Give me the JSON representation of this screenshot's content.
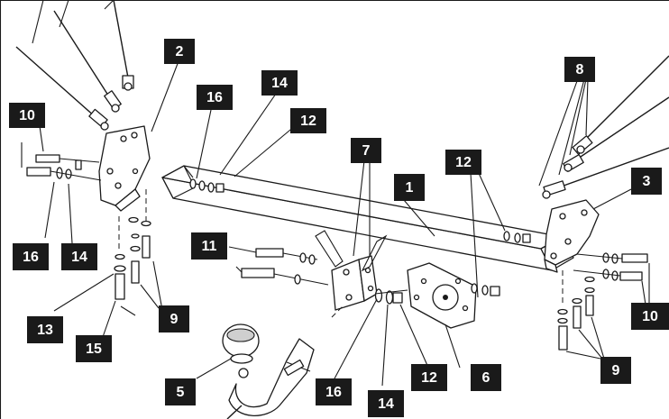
{
  "callouts": [
    {
      "label": "1"
    },
    {
      "label": "2"
    },
    {
      "label": "3"
    },
    {
      "label": "5"
    },
    {
      "label": "6"
    },
    {
      "label": "7"
    },
    {
      "label": "8"
    },
    {
      "label": "9"
    },
    {
      "label": "9"
    },
    {
      "label": "10"
    },
    {
      "label": "10"
    },
    {
      "label": "11"
    },
    {
      "label": "12"
    },
    {
      "label": "12"
    },
    {
      "label": "12"
    },
    {
      "label": "13"
    },
    {
      "label": "14"
    },
    {
      "label": "14"
    },
    {
      "label": "14"
    },
    {
      "label": "15"
    },
    {
      "label": "16"
    },
    {
      "label": "16"
    },
    {
      "label": "16"
    }
  ],
  "colors": {
    "ink": "#1a1a1a",
    "paper": "#ffffff",
    "shade": "#cfcfcf"
  }
}
